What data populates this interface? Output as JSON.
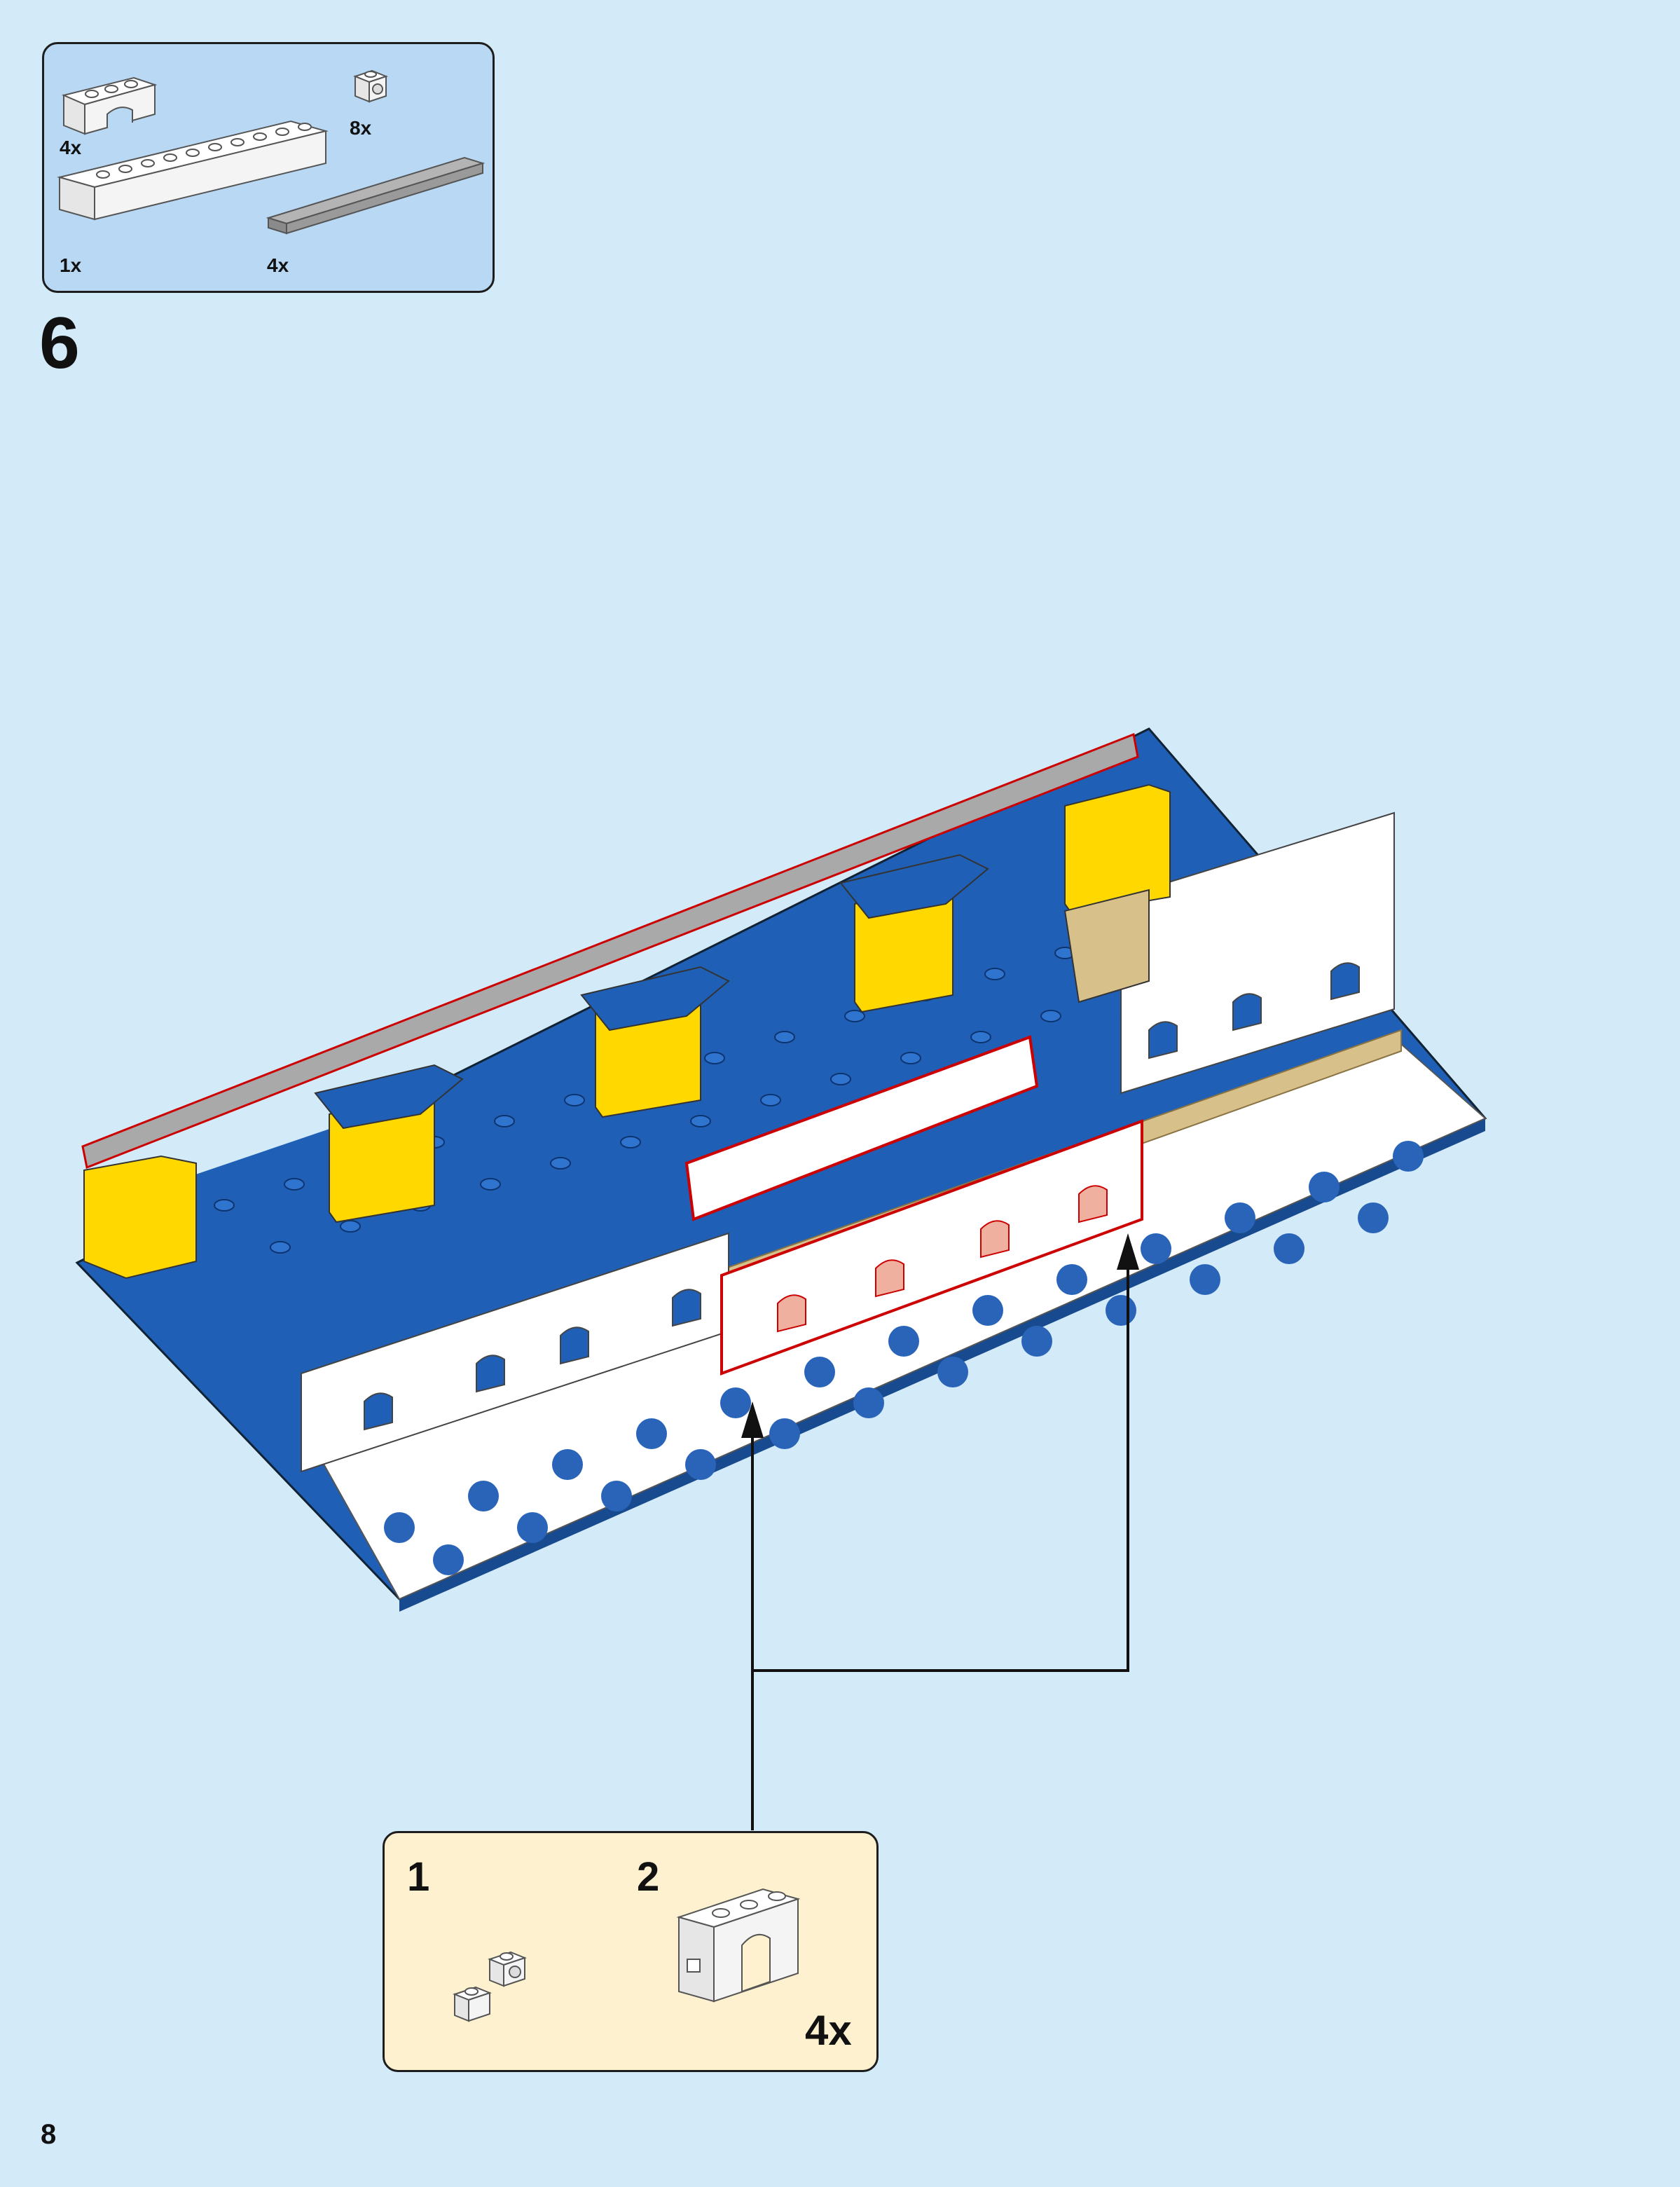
{
  "parts_list": {
    "items": [
      {
        "part": "white-arch-1x3",
        "color": "#ffffff",
        "quantity": "4x"
      },
      {
        "part": "white-bracket-1x1",
        "color": "#ffffff",
        "quantity": "8x"
      },
      {
        "part": "white-brick-1x10",
        "color": "#ffffff",
        "quantity": "1x"
      },
      {
        "part": "gray-tile-1x8",
        "color": "#9a9a9a",
        "quantity": "4x"
      }
    ]
  },
  "step": {
    "number": "6"
  },
  "subassembly": {
    "steps": [
      {
        "number": "1",
        "parts": [
          "white-bracket-1x1",
          "white-bracket-1x1"
        ]
      },
      {
        "number": "2",
        "parts": [
          "white-arch-1x3"
        ]
      }
    ],
    "quantity": "4x"
  },
  "page": {
    "number": "8"
  },
  "colors": {
    "page_background": "#d3eaf9",
    "parts_callout": "#b9d8f4",
    "subassembly_callout": "#fdf1cf",
    "blue_brick": "#1f5fb5",
    "yellow_brick": "#ffd800",
    "gray_tile": "#9a9a9a",
    "tan_brick": "#d8c08a",
    "highlight_outline": "#cc0000"
  }
}
